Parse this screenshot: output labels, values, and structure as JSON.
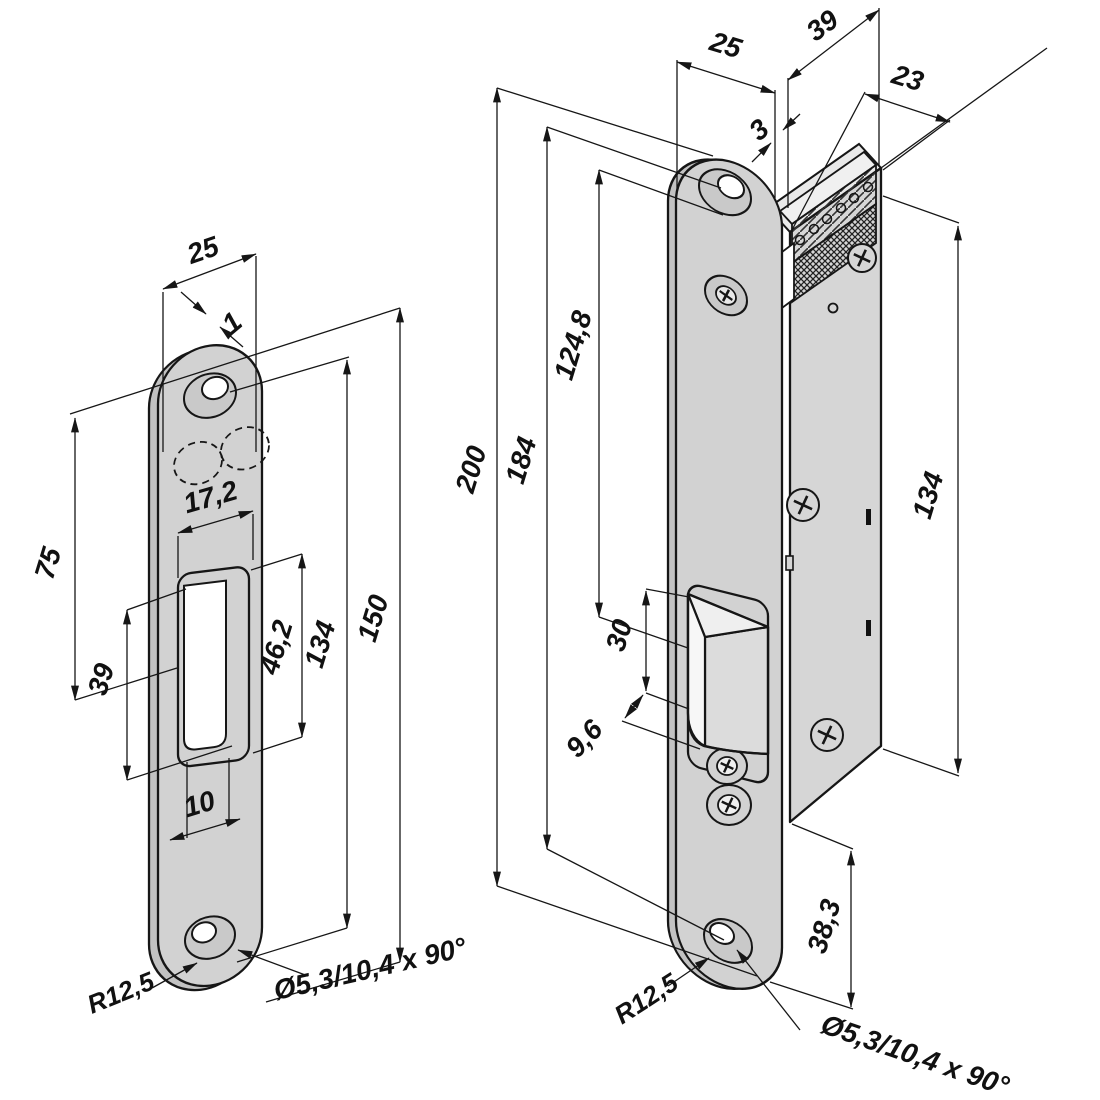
{
  "canvas": {
    "background": "#ffffff",
    "line_color": "#161616",
    "metal_fill": "#d2d2d2",
    "description": "Technical dimension drawing of a strike plate and an electric strike lock body"
  },
  "left_view": {
    "part": "strike-plate",
    "dims": {
      "width": "25",
      "thickness": "1",
      "cutout_width": "17,2",
      "top_to_opening": "75",
      "opening_inner_height": "39",
      "opening_height": "46,2",
      "hole_spacing": "134",
      "overall_length": "150",
      "lip_width": "10",
      "corner_radius": "R12,5",
      "hole_spec": "Ø5,3/10,4 x 90°"
    }
  },
  "right_view": {
    "part": "electric-strike",
    "dims": {
      "faceplate_width": "25",
      "overall_depth": "39",
      "body_depth": "23",
      "faceplate_thickness": "3",
      "top_to_latch": "124,8",
      "overall_length": "200",
      "hole_spacing": "184",
      "body_length": "134",
      "latch_height": "30",
      "latch_lip": "9,6",
      "body_to_end": "38,3",
      "corner_radius": "R12,5",
      "hole_spec": "Ø5,3/10,4 x 90°"
    }
  }
}
